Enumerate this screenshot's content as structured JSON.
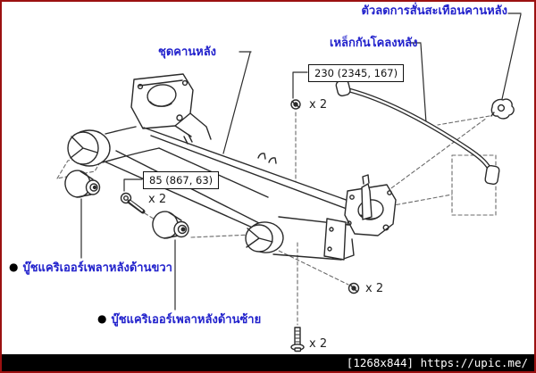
{
  "colors": {
    "page_border": "#9b1111",
    "background": "#ffffff",
    "label_blue": "#2222cc",
    "drawing_line": "#2b2b2b",
    "watermark_bg": "#000000",
    "watermark_text": "#ffffff"
  },
  "labels": {
    "damper": {
      "text": "ตัวลดการสั่นสะเทือนคานหลัง"
    },
    "stabilizer_bar": {
      "text": "เหล็กกันโคลงหลัง"
    },
    "beam_assembly": {
      "text": "ชุดคานหลัง"
    },
    "carrier_bushing_right": {
      "bullet": "●",
      "text": "บู๊ชแคริเออร์เพลาหลังด้านขวา"
    },
    "carrier_bushing_left": {
      "bullet": "●",
      "text": "บู๊ชแคริเออร์เพลาหลังด้านซ้าย"
    }
  },
  "torque_specs": {
    "stabilizer_nut": "230 (2345, 167)",
    "carrier_bolt": "85 (867, 63)"
  },
  "quantities": {
    "stabilizer_nut": "x 2",
    "carrier_bolt": "x 2",
    "carrier_nut": "x 2",
    "beam_bolt": "x 2"
  },
  "watermark": "[1268x844] https://upic.me/"
}
